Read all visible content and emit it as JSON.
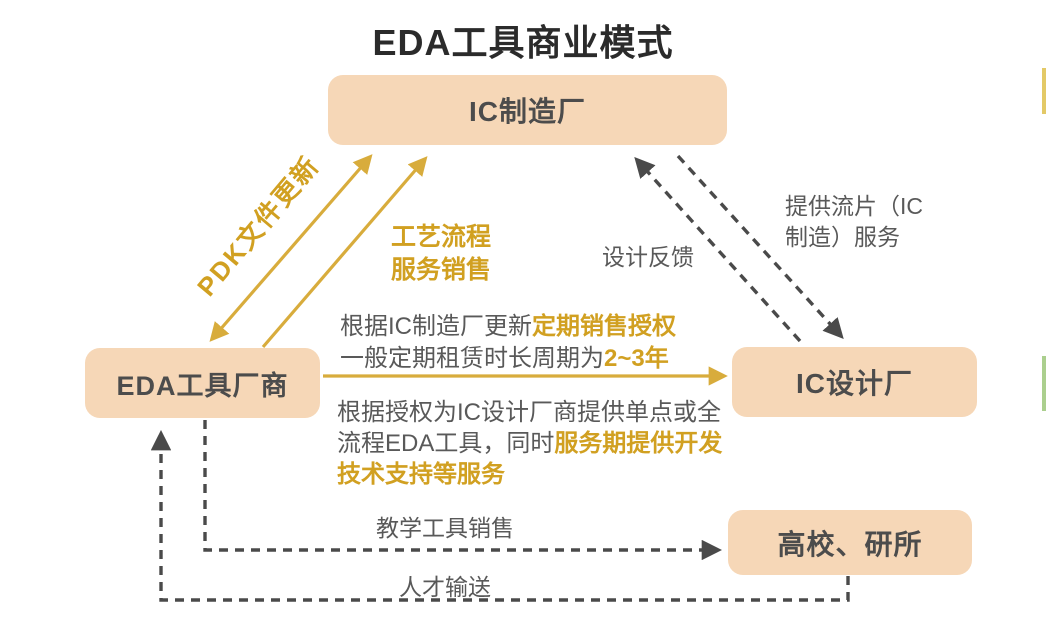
{
  "title": "EDA工具商业模式",
  "nodes": {
    "ic_fab": {
      "label": "IC制造厂"
    },
    "eda_vendor": {
      "label": "EDA工具厂商"
    },
    "ic_design": {
      "label": "IC设计厂"
    },
    "academia": {
      "label": "高校、研所"
    }
  },
  "edges": {
    "pdk_update": {
      "label": "PDK文件更新",
      "direction": "both"
    },
    "process_sales": {
      "label_line1": "工艺流程",
      "label_line2": "服务销售",
      "direction": "eda_vendor→ic_fab"
    },
    "design_feedback": {
      "label": "设计反馈",
      "direction": "ic_design→ic_fab"
    },
    "tapeout_service": {
      "label_line1": "提供流片（IC",
      "label_line2": "制造）服务",
      "direction": "ic_fab→ic_design"
    },
    "license": {
      "gray1": "根据IC制造厂更新",
      "gold1": "定期销售授权",
      "gray2": "一般定期租赁时长周期为",
      "gold2": "2~3年",
      "direction": "eda_vendor→ic_design"
    },
    "tools_support": {
      "gray": "根据授权为IC设计厂商提供单点或全流程EDA工具，同时",
      "gold": "服务期提供开发技术支持等服务"
    },
    "teaching_sales": {
      "label": "教学工具销售",
      "direction": "eda_vendor→academia"
    },
    "talent_supply": {
      "label": "人才输送",
      "direction": "academia→eda_vendor"
    }
  },
  "colors": {
    "node_bg": "#F6D7B7",
    "gold_text": "#D1A021",
    "gold_line": "#D8AC3C",
    "gray_text": "#595959",
    "dashed_line": "#4A4A4A",
    "title_text": "#2B2B2B"
  }
}
